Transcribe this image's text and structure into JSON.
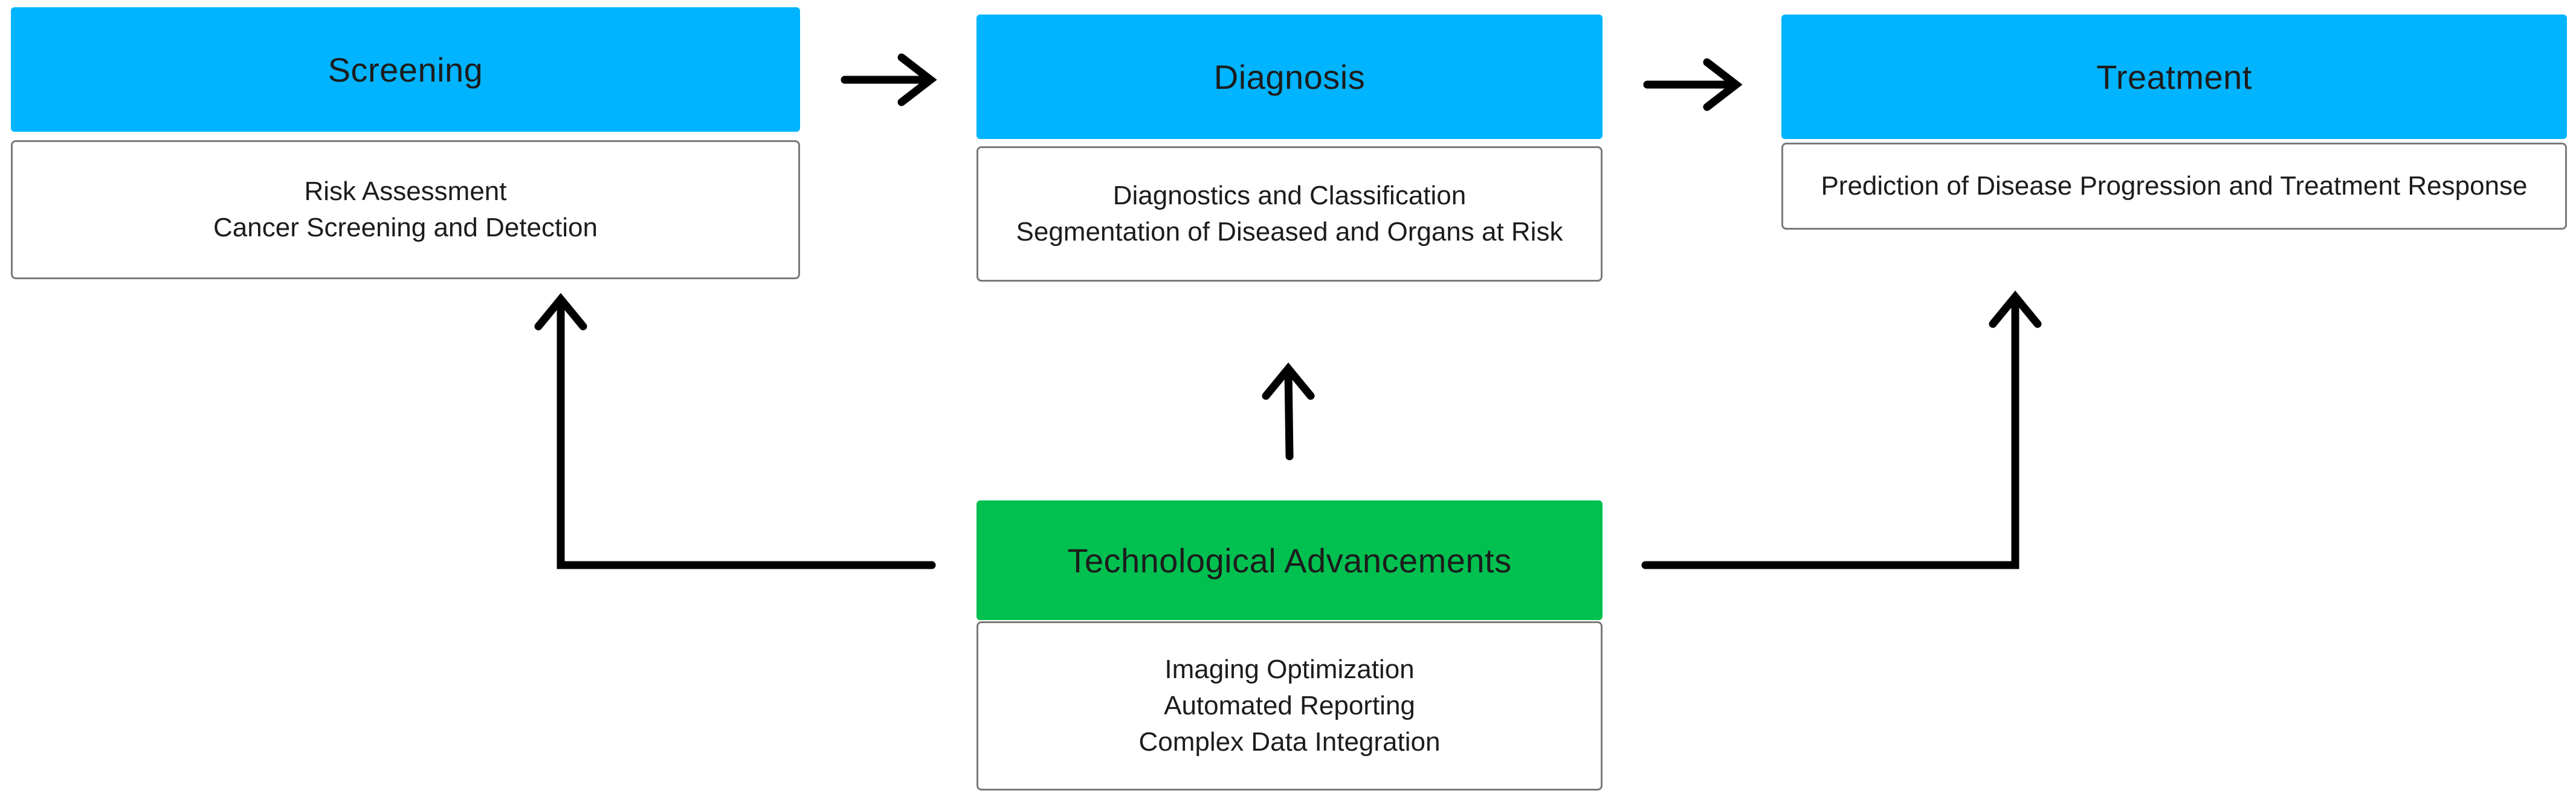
{
  "colors": {
    "stage_header": "#00b4ff",
    "tech_header": "#00c050",
    "arrow": "#000000",
    "box_border": "#7a7a7a"
  },
  "nodes": {
    "screening": {
      "title": "Screening",
      "lines": [
        "Risk Assessment",
        "Cancer Screening and Detection"
      ]
    },
    "diagnosis": {
      "title": "Diagnosis",
      "lines": [
        "Diagnostics and Classification",
        "Segmentation of Diseased and Organs at Risk"
      ]
    },
    "treatment": {
      "title": "Treatment",
      "lines": [
        "Prediction of Disease Progression and Treatment Response"
      ]
    },
    "tech": {
      "title": "Technological Advancements",
      "lines": [
        "Imaging Optimization",
        "Automated Reporting",
        "Complex Data Integration"
      ]
    }
  },
  "edges": [
    {
      "from": "screening",
      "to": "diagnosis"
    },
    {
      "from": "diagnosis",
      "to": "treatment"
    },
    {
      "from": "tech",
      "to": "screening"
    },
    {
      "from": "tech",
      "to": "diagnosis"
    },
    {
      "from": "tech",
      "to": "treatment"
    }
  ]
}
